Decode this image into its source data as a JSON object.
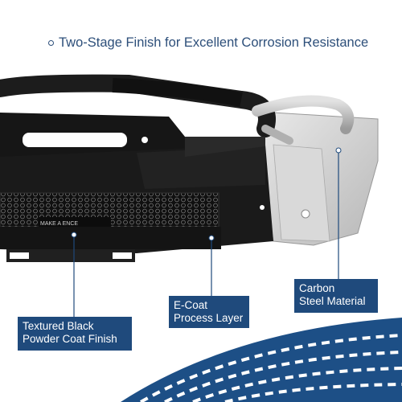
{
  "headline": {
    "text": "Two-Stage Finish for Excellent Corrosion Resistance",
    "bullet_icon": "circle-bullet-icon"
  },
  "bumper": {
    "emblem_text": "MAKE A        ENCE"
  },
  "callouts": [
    {
      "line1": "Textured Black",
      "line2": "Powder Coat Finish"
    },
    {
      "line1": "E-Coat",
      "line2": "Process Layer"
    },
    {
      "line1": "Carbon",
      "line2": "Steel Material"
    }
  ],
  "colors": {
    "brand_blue": "#1f4a7c",
    "headline": "#2d4f7a",
    "tire_track": "#1d4f86",
    "bumper_black": "#1a1a1a",
    "steel": "#c9c9c9"
  }
}
